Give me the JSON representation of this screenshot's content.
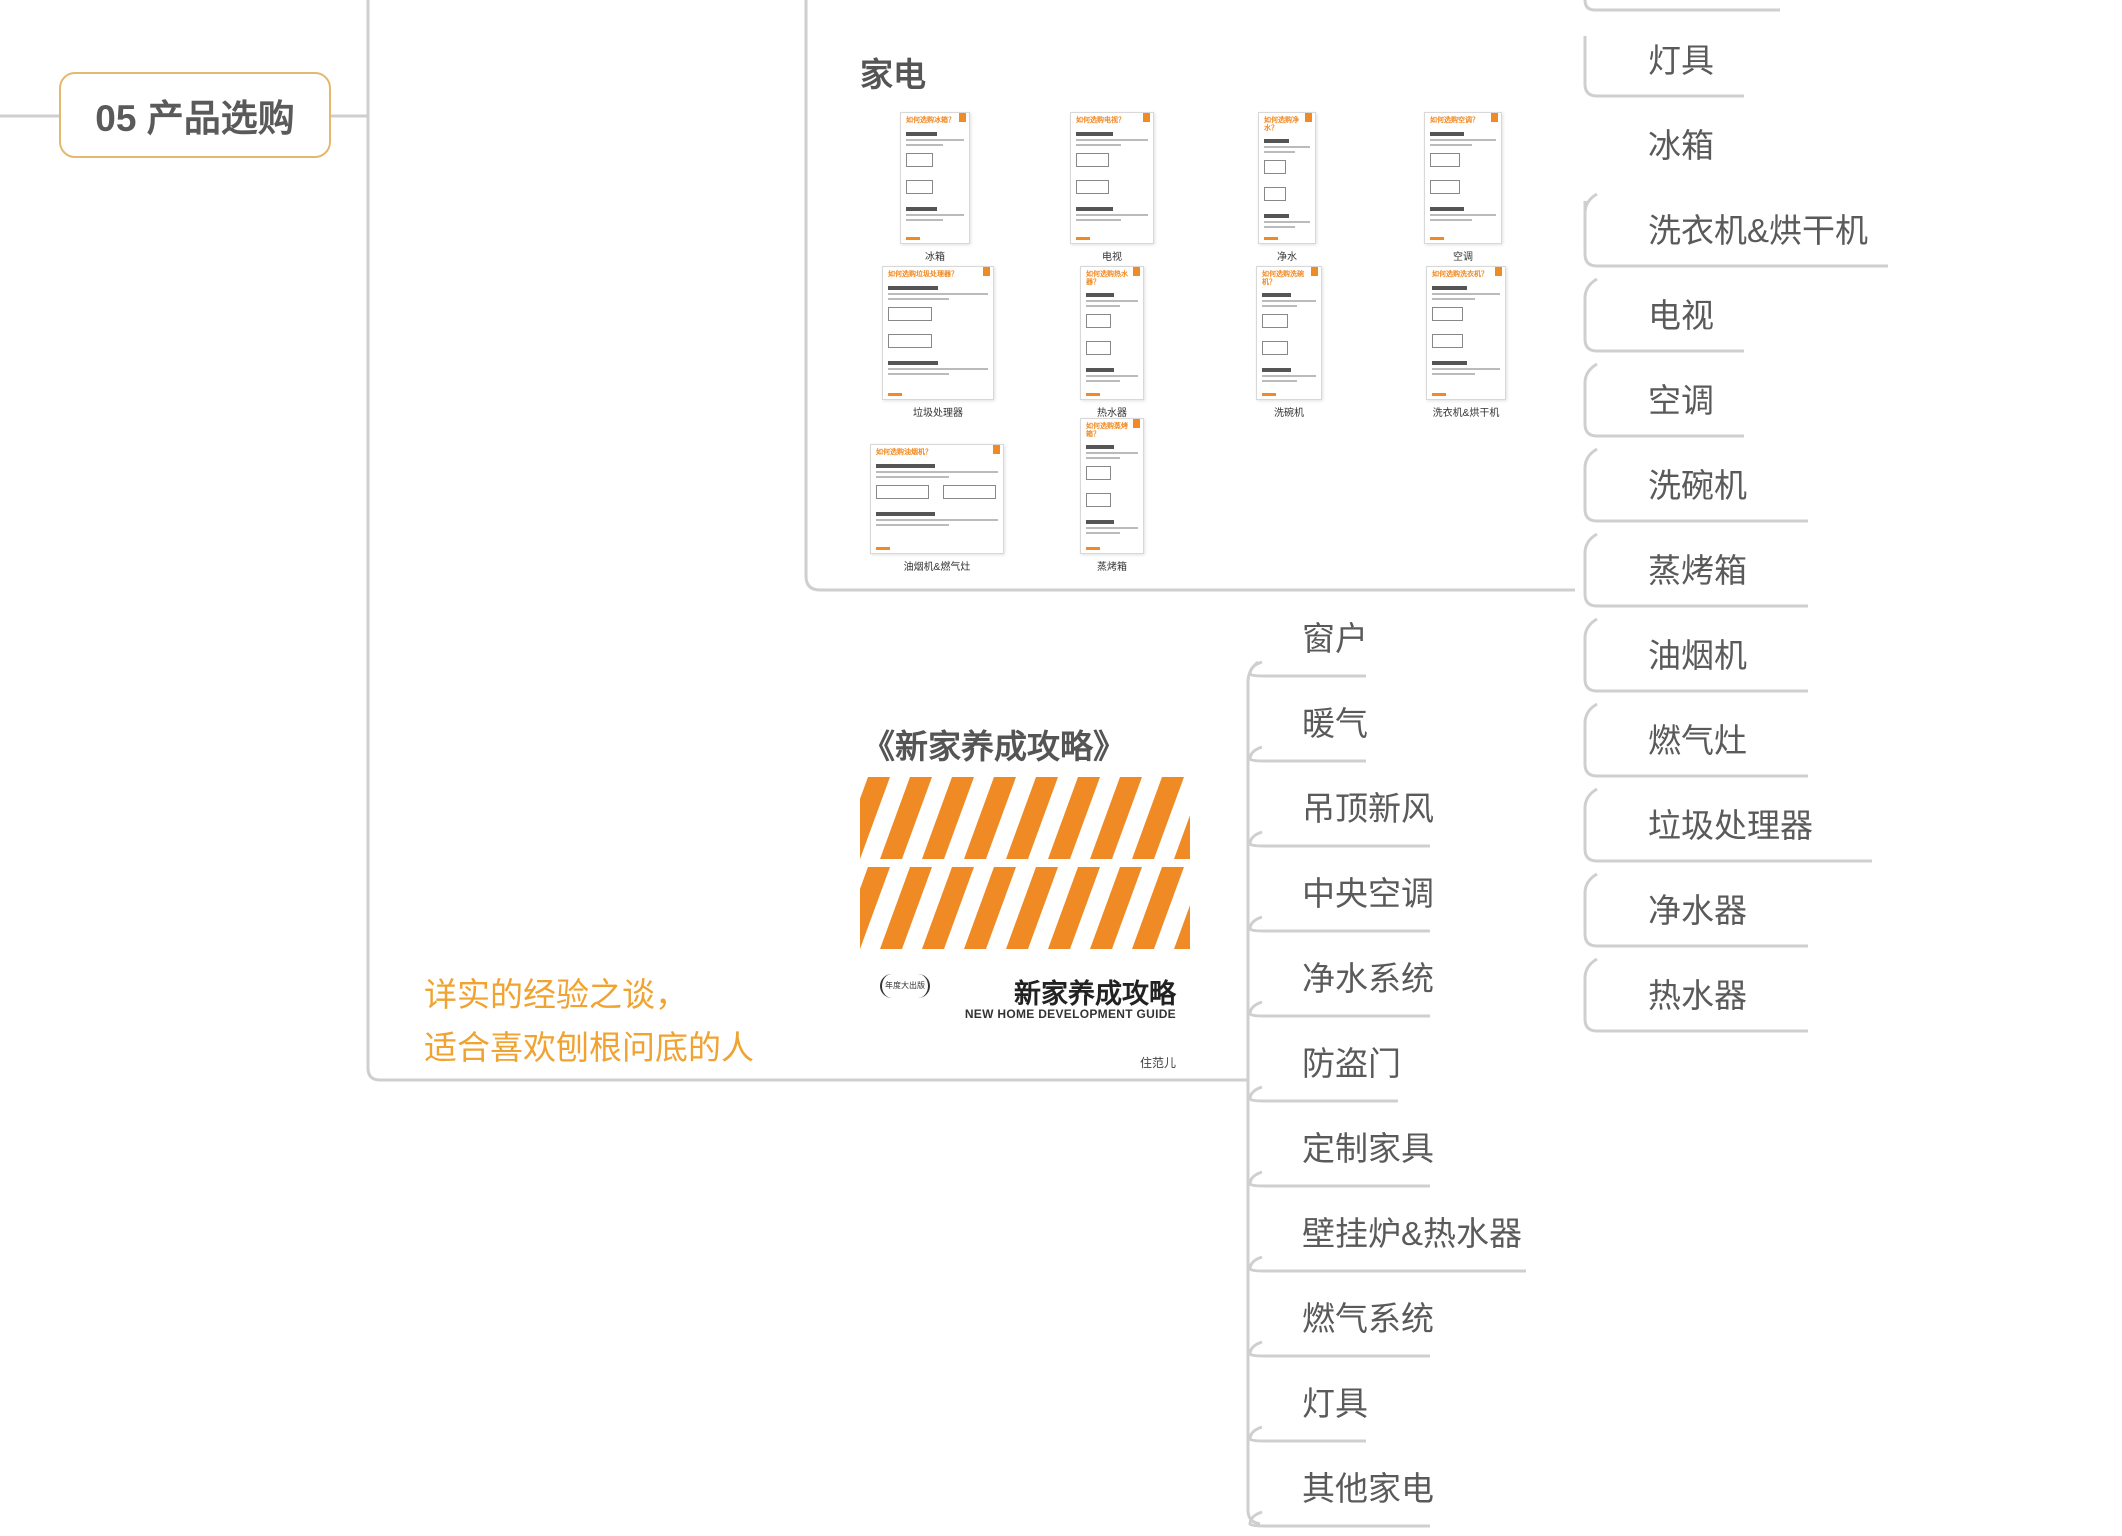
{
  "root": {
    "label": "05 产品选购"
  },
  "appliances": {
    "title": "家电",
    "thumbnails": [
      {
        "caption": "冰箱",
        "title": "如何选购冰箱？"
      },
      {
        "caption": "电视",
        "title": "如何选购电视？"
      },
      {
        "caption": "净水",
        "title": "如何选购净水？"
      },
      {
        "caption": "空调",
        "title": "如何选购空调？"
      },
      {
        "caption": "垃圾处理器",
        "title": "如何选购垃圾处理器？"
      },
      {
        "caption": "热水器",
        "title": "如何选购热水器？"
      },
      {
        "caption": "洗碗机",
        "title": "如何选购洗碗机？"
      },
      {
        "caption": "洗衣机&烘干机",
        "title": "如何选购洗衣机？"
      },
      {
        "caption": "油烟机&燃气灶",
        "title": "如何选购油烟机？"
      },
      {
        "caption": "蒸烤箱",
        "title": "如何选购蒸烤箱？"
      }
    ]
  },
  "right_branch": [
    "灯具",
    "冰箱",
    "洗衣机&烘干机",
    "电视",
    "空调",
    "洗碗机",
    "蒸烤箱",
    "油烟机",
    "燃气灶",
    "垃圾处理器",
    "净水器",
    "热水器"
  ],
  "book": {
    "title": "《新家养成攻略》",
    "cover_title": "新家养成攻略",
    "cover_subtitle": "NEW HOME DEVELOPMENT GUIDE",
    "cover_brand": "住范儿",
    "badge": "年度大出版"
  },
  "book_branch": [
    "窗户",
    "暖气",
    "吊顶新风",
    "中央空调",
    "净水系统",
    "防盗门",
    "定制家具",
    "壁挂炉&热水器",
    "燃气系统",
    "灯具",
    "其他家电"
  ],
  "note": {
    "line1": "详实的经验之谈，",
    "line2": "适合喜欢刨根问底的人"
  },
  "colors": {
    "accent": "#f08a24",
    "note": "#f0a330",
    "border": "#e3b96f",
    "line": "#cccccc"
  }
}
